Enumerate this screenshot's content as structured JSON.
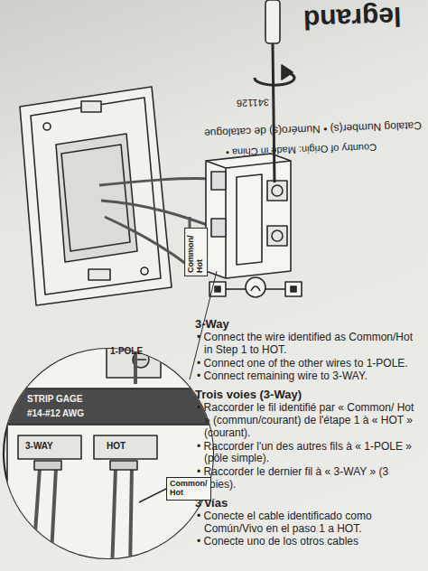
{
  "diagram": {
    "nodes": [
      {
        "text": [
          "Common/ Hot"
        ]
      },
      {
        "text": [
          "Common/ Hot"
        ]
      }
    ],
    "labels": [
      "legrand",
      "Catalog Number(s) • Numéro(s) de catalogue",
      "Country of Origin: Made in China •",
      "341126",
      "1-POLE",
      "STRIP GAGE",
      "#14-#12 AWG",
      "3-WAY",
      "HOT",
      "3-Way",
      "• Connect the wire identified as Common/Hot in Step 1 to HOT.",
      "• Connect one of the other wires to 1-POLE.",
      "• Connect remaining wire to 3-WAY.",
      "Trois voies (3-Way)",
      "• Raccorder le fil identifié par « Common/ Hot » (commun/courant) de l'étape 1 à « HOT » (courant).",
      "• Raccorder l'un des autres fils à « 1-POLE » (pôle simple).",
      "• Raccorder le dernier fil à « 3-WAY » (3 voies).",
      "3 vías",
      "• Conecte el cable identificado como Común/Vivo en el paso 1 a HOT.",
      "• Conecte uno de los otros cables"
    ]
  }
}
